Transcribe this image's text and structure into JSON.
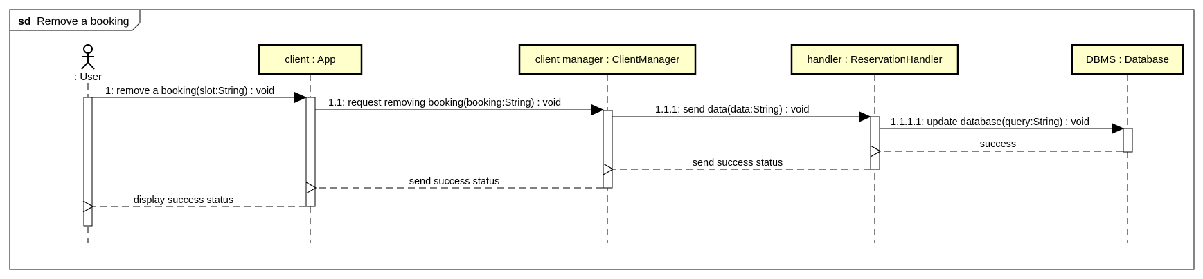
{
  "frame": {
    "keyword": "sd",
    "name": "Remove a booking"
  },
  "actor": {
    "label": ": User",
    "icon": "stick-figure-icon"
  },
  "participants": [
    {
      "id": "app",
      "label": "client : App"
    },
    {
      "id": "cm",
      "label": "client manager : ClientManager"
    },
    {
      "id": "rh",
      "label": "handler : ReservationHandler"
    },
    {
      "id": "db",
      "label": "DBMS : Database"
    }
  ],
  "messages": [
    {
      "id": "m1",
      "from": "user",
      "to": "app",
      "kind": "sync",
      "label": "1: remove a booking(slot:String) : void"
    },
    {
      "id": "m2",
      "from": "app",
      "to": "cm",
      "kind": "sync",
      "label": "1.1: request removing booking(booking:String) : void"
    },
    {
      "id": "m3",
      "from": "cm",
      "to": "rh",
      "kind": "sync",
      "label": "1.1.1: send data(data:String) : void"
    },
    {
      "id": "m4",
      "from": "rh",
      "to": "db",
      "kind": "sync",
      "label": "1.1.1.1: update database(query:String) : void"
    },
    {
      "id": "r1",
      "from": "db",
      "to": "rh",
      "kind": "reply",
      "label": "success"
    },
    {
      "id": "r2",
      "from": "rh",
      "to": "cm",
      "kind": "reply",
      "label": "send success status"
    },
    {
      "id": "r3",
      "from": "cm",
      "to": "app",
      "kind": "reply",
      "label": "send success status"
    },
    {
      "id": "r4",
      "from": "app",
      "to": "user",
      "kind": "reply",
      "label": "display success status"
    }
  ],
  "colors": {
    "participant_fill": "#FFFFCC",
    "stroke": "#000000",
    "frame_stroke": "#333333",
    "activation_fill": "#FFFFFF"
  }
}
